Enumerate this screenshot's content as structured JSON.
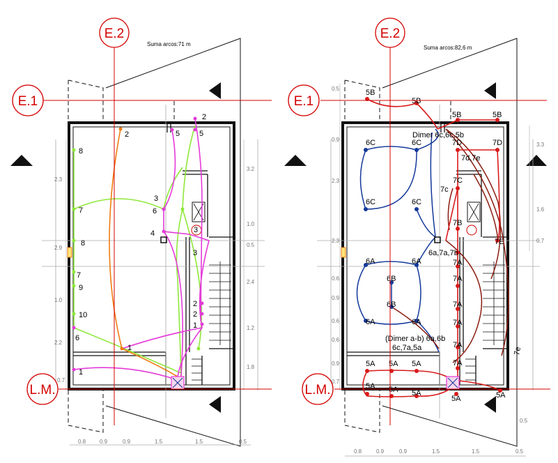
{
  "axes": {
    "e2": "E.2",
    "e1": "E.1",
    "lm": "L.M."
  },
  "colors": {
    "axis": "#d40000",
    "green": "#8ee83a",
    "orange": "#f07c12",
    "magenta": "#e43ad8",
    "blue": "#13389a",
    "red": "#d81a1a",
    "brown": "#8b1c10",
    "wall": "#111111",
    "dim": "#777777"
  },
  "left_plan": {
    "sum": "Suma arcos:71 m",
    "labels": [
      "8",
      "7",
      "8",
      "7",
      "9",
      "10",
      "6",
      "2",
      "5",
      "5",
      "2",
      "3",
      "6",
      "4",
      "3",
      "3",
      "2",
      "2",
      "1",
      "1",
      "1"
    ],
    "dims_left": [
      "2.3",
      "2.9",
      "1.0",
      "2.2",
      "0.7"
    ],
    "dims_right": [
      "3.2",
      "1.0",
      "0.5",
      "2.4",
      "1.2",
      "1.8"
    ],
    "dims_bottom": [
      "0.8",
      "0.9",
      "0.9",
      "1.5",
      "1.5",
      "0.5"
    ]
  },
  "right_plan": {
    "sum": "Suma arcos:82,6 m",
    "labels": [
      "5B",
      "5B",
      "5B",
      "5B",
      "6C",
      "6C",
      "6C",
      "6C",
      "7D",
      "7D",
      "7d,7e",
      "7C",
      "7c",
      "7B",
      "7E",
      "6a,7a,7b",
      "6A",
      "6A",
      "6B",
      "6B",
      "6A",
      "6A",
      "7A",
      "7A",
      "7A",
      "7A",
      "7A",
      "7A",
      "5A",
      "5A",
      "5A",
      "5A",
      "5A",
      "5A",
      "5A",
      "5A",
      "7e"
    ],
    "dimmer_top": "Dimer 6c,6c,5b",
    "dimmer_bottom_1": "(Dimer a-b) 6a,6b",
    "dimmer_bottom_2": "6c,7a,5a",
    "dims_left": [
      "0.5",
      "0.9",
      "2.3",
      "2.3",
      "0.6",
      "0.9",
      "0.6",
      "0.6",
      "0.9",
      "0.7"
    ],
    "dims_right": [
      "3.3",
      "1.6",
      "0.7",
      "0.5"
    ],
    "dims_bottom": [
      "0.8",
      "0.9",
      "0.9",
      "1.5",
      "1.5",
      "0.5"
    ]
  }
}
